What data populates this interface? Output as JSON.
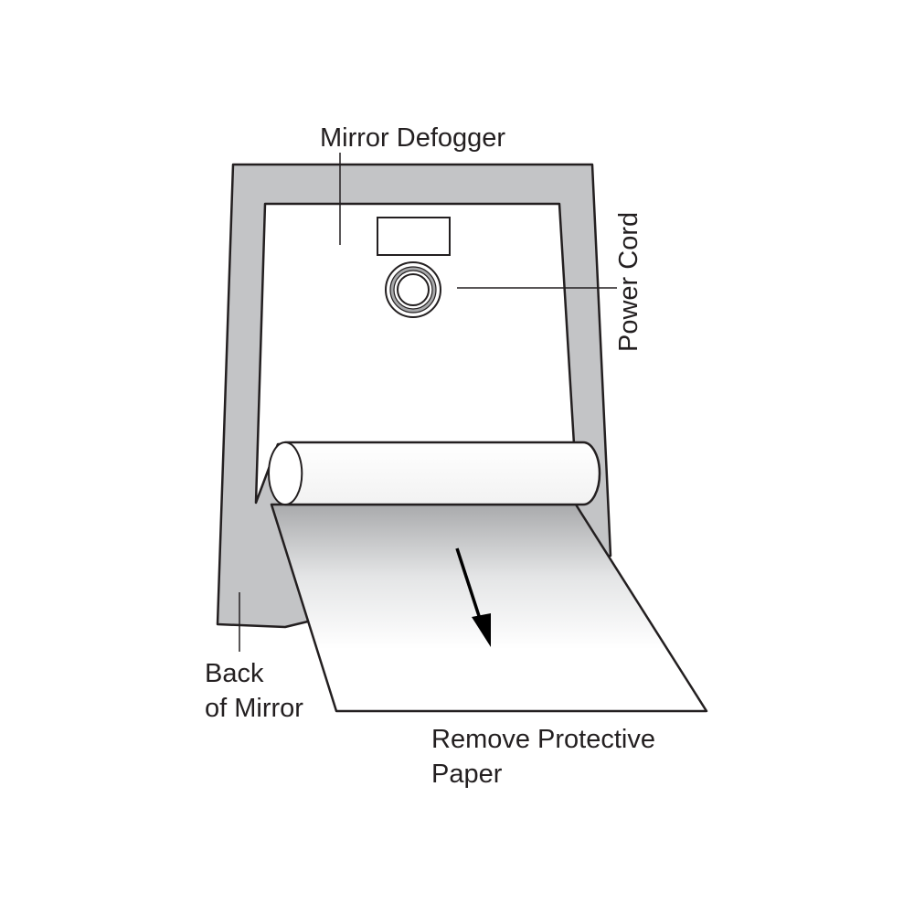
{
  "labels": {
    "defogger": "Mirror Defogger",
    "power_cord": "Power Cord",
    "back_line1": "Back",
    "back_line2": "of Mirror",
    "remove_line1": "Remove Protective",
    "remove_line2": "Paper"
  },
  "colors": {
    "mirror_back": "#c3c4c6",
    "outline": "#231f20",
    "defogger_pad": "#ffffff",
    "paper": "#ffffff"
  },
  "icons": {
    "arrow": "arrow-down-icon",
    "cord_socket": "power-socket-icon"
  }
}
